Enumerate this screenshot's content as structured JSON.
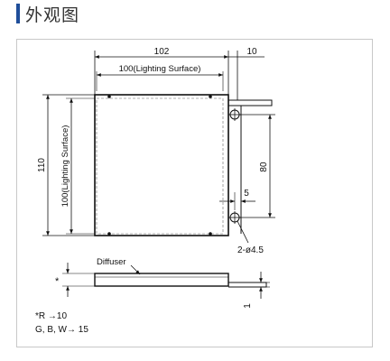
{
  "header": {
    "title": "外观图",
    "accent_color": "#1f4e9a"
  },
  "drawing": {
    "dim_width_total": "102",
    "dim_width_surface": "100(Lighting Surface)",
    "dim_right_offset": "10",
    "dim_height_total": "110",
    "dim_height_surface": "100(Lighting Surface)",
    "dim_hole_spacing": "80",
    "dim_hole_offset": "5",
    "hole_label": "2-ø4.5",
    "diffuser_label": "Diffuser",
    "thickness_marker": "*",
    "tab_thickness": "1",
    "note_line1": "*R →10",
    "note_line2": "G, B, W→ 15"
  }
}
